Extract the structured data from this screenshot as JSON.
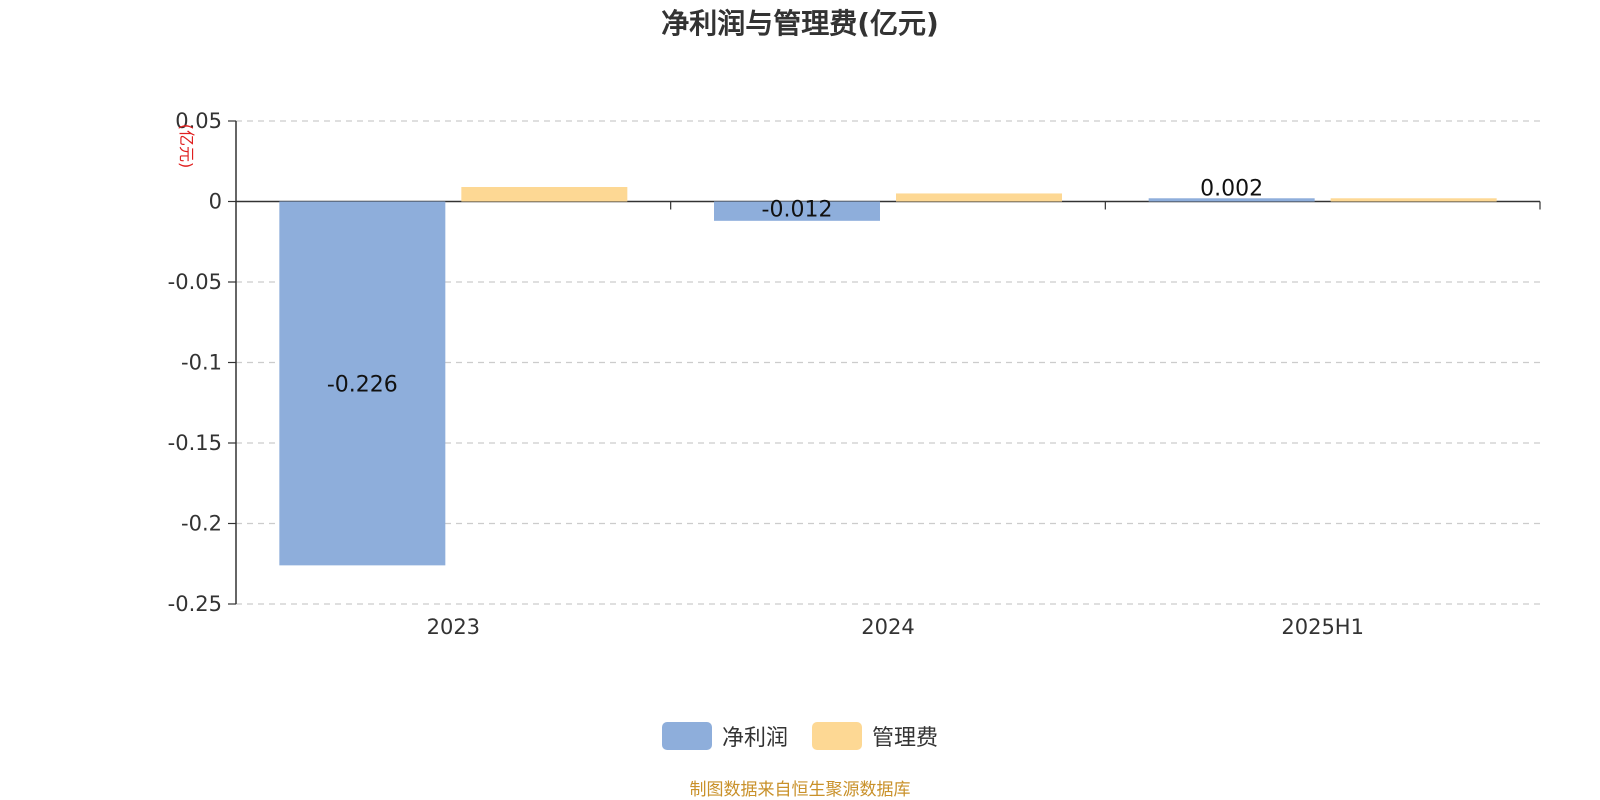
{
  "chart_data": {
    "type": "bar",
    "title": "净利润与管理费(亿元)",
    "ylabel": "(亿元)",
    "categories": [
      "2023",
      "2024",
      "2025H1"
    ],
    "series": [
      {
        "name": "净利润",
        "values": [
          -0.226,
          -0.012,
          0.002
        ],
        "labels": [
          "-0.226",
          "-0.012",
          "0.002"
        ],
        "color": "#8eaedb"
      },
      {
        "name": "管理费",
        "values": [
          0.009,
          0.005,
          0.002
        ],
        "color": "#fdd894"
      }
    ],
    "yticks": [
      "0.05",
      "0",
      "-0.05",
      "-0.1",
      "-0.15",
      "-0.2",
      "-0.25"
    ],
    "ylim": [
      -0.25,
      0.05
    ],
    "grid": true,
    "legend_position": "bottom"
  },
  "source": "制图数据来自恒生聚源数据库"
}
